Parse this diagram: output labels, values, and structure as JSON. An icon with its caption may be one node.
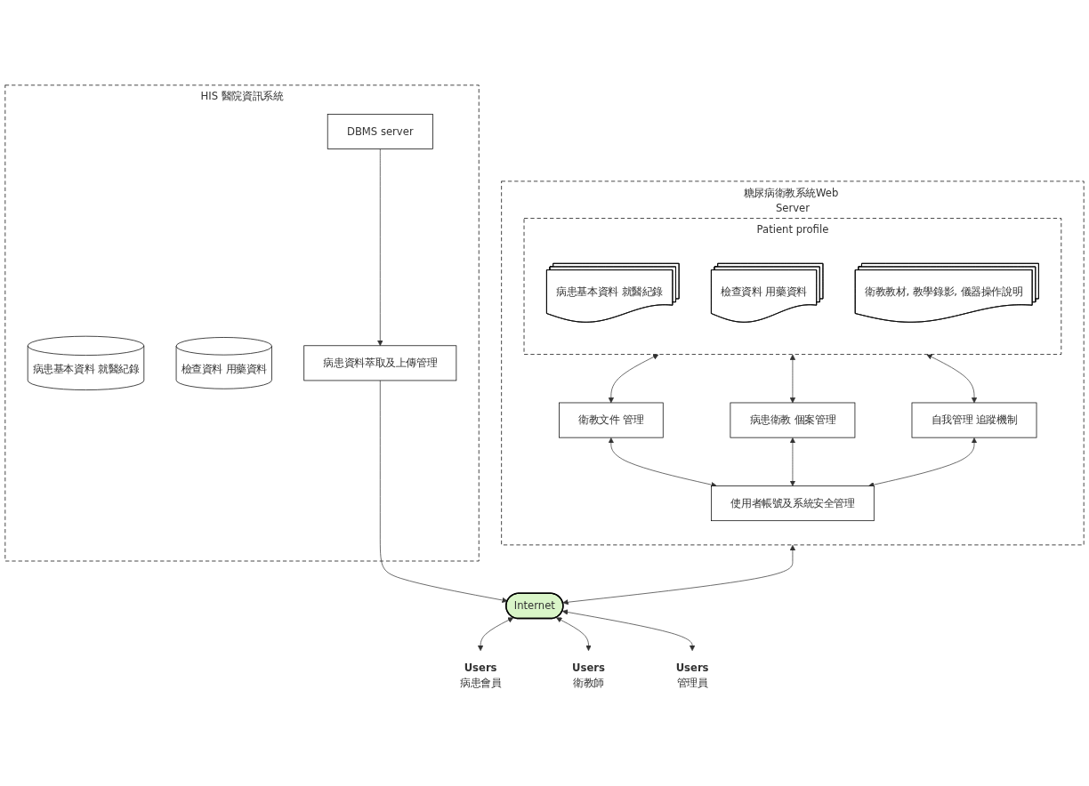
{
  "diagram": {
    "nodes": [
      {
        "text": [
          "HIS 醫院資訊系統"
        ]
      },
      {
        "text": [
          "病患基本資料 就醫紀錄"
        ],
        "in": 0
      },
      {
        "text": [
          "檢查資料 用藥資料"
        ],
        "in": 0
      },
      {
        "text": [
          "DBMS server"
        ],
        "in": 0
      },
      {
        "text": [
          "病患資料萃取及上傳管理"
        ],
        "in": 0
      },
      {
        "text": [
          "糖尿病衛教系統Web Server"
        ]
      },
      {
        "text": [
          "Patient profile"
        ],
        "in": 5
      },
      {
        "text": [
          "病患基本資料 就醫紀錄"
        ],
        "in": 6
      },
      {
        "text": [
          "檢查資料 用藥資料"
        ],
        "in": 6
      },
      {
        "text": [
          "衛教教材, 教學錄影, 儀器操作說明"
        ],
        "in": 6
      },
      {
        "text": [
          "衛教文件 管理"
        ],
        "in": 5
      },
      {
        "text": [
          "病患衛教 個案管理"
        ],
        "in": 5
      },
      {
        "text": [
          "自我管理 追蹤機制"
        ],
        "in": 5
      },
      {
        "text": [
          "使用者帳號及系統安全管理"
        ],
        "in": 5
      },
      {
        "text": [
          "Internet"
        ]
      },
      {
        "text": [
          "Users",
          "病患會員"
        ]
      },
      {
        "text": [
          "Users",
          "衛教師"
        ]
      },
      {
        "text": [
          "Users",
          "管理員"
        ]
      }
    ],
    "edges": [
      {
        "from": 3,
        "to": 4,
        "arrow": "to"
      },
      {
        "from": 4,
        "to": 14,
        "arrow": "to"
      },
      {
        "from": 6,
        "to": 10,
        "arrow": "both"
      },
      {
        "from": 10,
        "to": 13,
        "arrow": "both"
      },
      {
        "from": 6,
        "to": 11,
        "arrow": "both"
      },
      {
        "from": 11,
        "to": 13,
        "arrow": "both"
      },
      {
        "from": 6,
        "to": 12,
        "arrow": "both"
      },
      {
        "from": 12,
        "to": 13,
        "arrow": "both"
      },
      {
        "from": 5,
        "to": 14,
        "arrow": "both"
      },
      {
        "from": 14,
        "to": 15,
        "arrow": "both"
      },
      {
        "from": 14,
        "to": 16,
        "arrow": "both"
      },
      {
        "from": 14,
        "to": 17,
        "arrow": "both"
      }
    ]
  }
}
